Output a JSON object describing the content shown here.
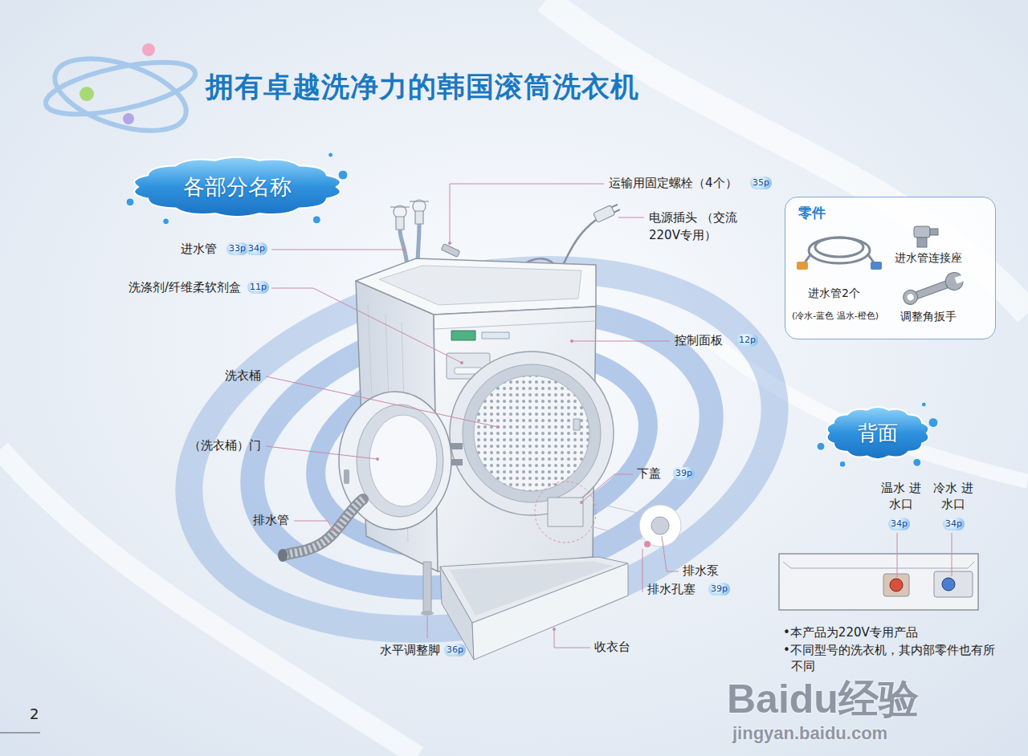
{
  "diagram": {
    "title": "拥有卓越洗净力的韩国滚筒洗衣机",
    "nodes": [
      {
        "text": [
          "各部分名称"
        ]
      },
      {
        "text": [
          "零件",
          "进水管连接座",
          "进水管2个",
          "(冷水-蓝色 温水-橙色)",
          "调整角扳手"
        ]
      },
      {
        "text": [
          "背面"
        ]
      }
    ],
    "labels": [
      "运输用固定螺栓（4个）",
      "35p",
      "电源插头 （交流220V专用）",
      "进水管",
      "33p",
      "34p",
      "洗涤剂/纤维柔软剂盒",
      "11p",
      "控制面板",
      "12p",
      "洗衣桶",
      "（洗衣桶）门",
      "下盖",
      "39p",
      "排水管",
      "排水泵",
      "排水孔塞",
      "39p",
      "水平调整脚",
      "36p",
      "收衣台",
      "温水 进水口",
      "冷水 进水口",
      "34p",
      "34p",
      "•本产品为220V专用产品",
      "•不同型号的洗衣机，其内部零件也有所不同",
      "2",
      "Baidu经验",
      "jingyan.baidu.com"
    ]
  }
}
